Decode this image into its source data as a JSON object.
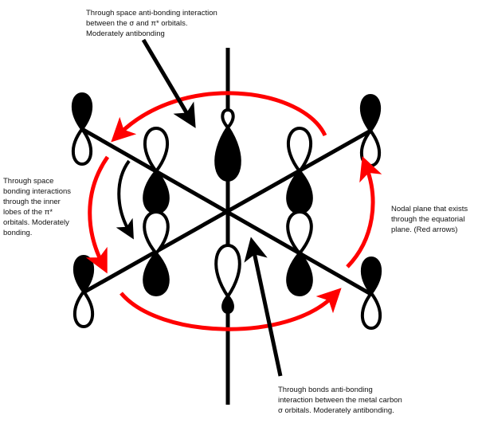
{
  "annotations": {
    "top": [
      "Through space anti-bonding interaction",
      "between the σ and π* orbitals.",
      "Moderately antibonding"
    ],
    "left": [
      "Through space",
      "bonding interactions",
      "through the inner",
      "lobes of the π*",
      "orbitals. Moderately",
      "bonding."
    ],
    "right": [
      "Nodal plane that exists",
      "through the equatorial",
      "plane. (Red arrows)"
    ],
    "bottom": [
      "Through bonds anti-bonding",
      "interaction between the metal carbon",
      "σ orbitals. Moderately antibonding."
    ]
  },
  "colors": {
    "nodal_arrow": "#ff0000",
    "interaction_arrow": "#000000",
    "orbital_fill": "#000000"
  }
}
